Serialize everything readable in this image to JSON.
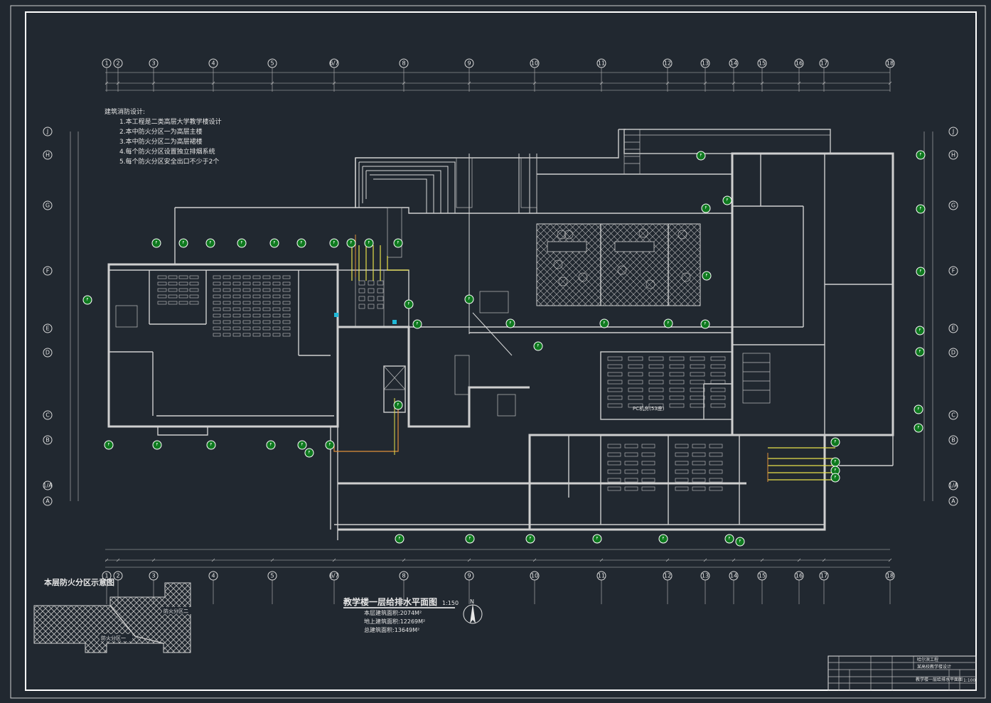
{
  "axes_top": [
    "1",
    "2",
    "3",
    "4",
    "5",
    "6/7",
    "8",
    "9",
    "10",
    "11",
    "12",
    "13",
    "14",
    "15",
    "16",
    "17",
    "18"
  ],
  "axes_bottom": [
    "1",
    "2",
    "3",
    "4",
    "5",
    "6/7",
    "8",
    "9",
    "10",
    "11",
    "12",
    "13",
    "14",
    "15",
    "16",
    "17",
    "18"
  ],
  "axes_left": [
    "J",
    "H",
    "G",
    "F",
    "E",
    "D",
    "C",
    "B",
    "1/A",
    "A"
  ],
  "axes_right": [
    "J",
    "H",
    "G",
    "F",
    "E",
    "D",
    "C",
    "B",
    "1/A",
    "A"
  ],
  "notes": {
    "title": "建筑消防设计:",
    "lines": [
      "1.本工程是二类高层大学教学楼设计",
      "2.本中防火分区一为高层主楼",
      "3.本中防火分区二为高层裙楼",
      "4.每个防火分区设置独立排烟系统",
      "5.每个防火分区安全出口不少于2个"
    ]
  },
  "fire_zone": {
    "title": "本层防火分区示意图",
    "zone1": "防火分区一",
    "zone2": "防火分区二"
  },
  "drawing": {
    "title": "教学楼一层给排水平面图",
    "scale": "1:150",
    "area_lines": [
      "本层建筑面积:2074M²",
      "地上建筑面积:12269M²",
      "总建筑面积:13649M²"
    ],
    "north": "N"
  },
  "labels": {
    "pc_room": "PC机房(53座)"
  },
  "title_block": {
    "school": "哈尔滨工程",
    "project": "某高校教学楼设计",
    "sheet": "教学楼一层给排水平面图",
    "scale": "1:100"
  },
  "extinguisher_label": "F"
}
